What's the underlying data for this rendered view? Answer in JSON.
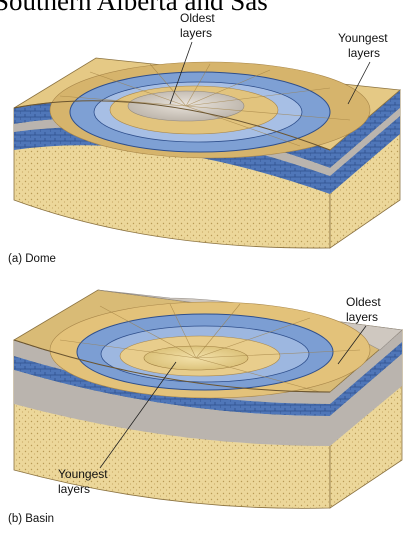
{
  "header": {
    "text": "Southern Alberta and Sas"
  },
  "dome": {
    "caption": "(a) Dome",
    "label_oldest": [
      "Oldest",
      "layers"
    ],
    "label_youngest": [
      "Youngest",
      "layers"
    ]
  },
  "basin": {
    "caption": "(b) Basin",
    "label_oldest": [
      "Oldest",
      "layers"
    ],
    "label_youngest": [
      "Youngest",
      "layers"
    ]
  },
  "colors": {
    "sand": "#ecd79a",
    "sand_dark": "#d9bf72",
    "tan_ray": "#c9a55e",
    "blue": "#5f86c4",
    "blue_light": "#a9c0e3",
    "blue_dark": "#2f4f8c",
    "gray": "#bfb9b3",
    "gray_dark": "#948e88"
  }
}
